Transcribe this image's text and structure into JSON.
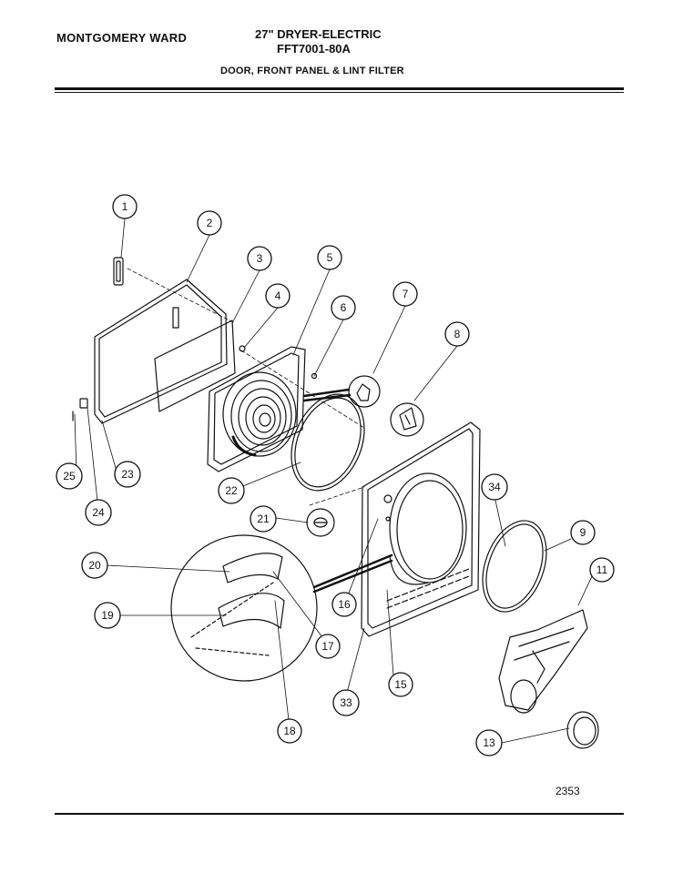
{
  "header": {
    "brand": "MONTGOMERY WARD",
    "model_line1": "27\" DRYER-ELECTRIC",
    "model_line2": "FFT7001-80A",
    "section_title": "DOOR, FRONT PANEL & LINT FILTER"
  },
  "footer": {
    "page_number": "2353"
  },
  "callouts": [
    "1",
    "2",
    "3",
    "4",
    "5",
    "6",
    "7",
    "8",
    "9",
    "11",
    "13",
    "15",
    "16",
    "17",
    "18",
    "19",
    "20",
    "21",
    "22",
    "23",
    "24",
    "25",
    "33",
    "34"
  ]
}
